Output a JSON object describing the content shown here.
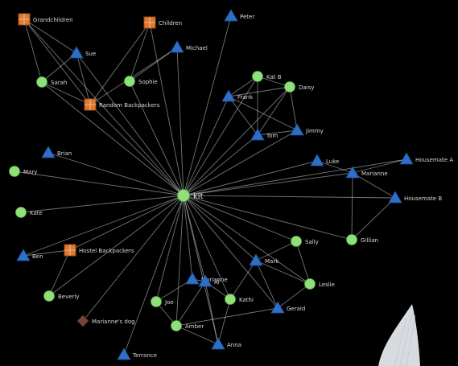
{
  "center": "kit",
  "nodes": [
    {
      "id": "kit",
      "label": "kit",
      "shape": "circle"
    },
    {
      "id": "grandchildren",
      "label": "Grandchildren",
      "shape": "square"
    },
    {
      "id": "children",
      "label": "Children",
      "shape": "square"
    },
    {
      "id": "peter",
      "label": "Peter",
      "shape": "triangle"
    },
    {
      "id": "sue",
      "label": "Sue",
      "shape": "triangle"
    },
    {
      "id": "michael",
      "label": "Michael",
      "shape": "triangle"
    },
    {
      "id": "sarah",
      "label": "Sarah",
      "shape": "circle"
    },
    {
      "id": "sophie",
      "label": "Sophie",
      "shape": "circle"
    },
    {
      "id": "random_backpackers",
      "label": "Random Backpackers",
      "shape": "square"
    },
    {
      "id": "kat_b",
      "label": "Kat B",
      "shape": "circle"
    },
    {
      "id": "daisy",
      "label": "Daisy",
      "shape": "circle"
    },
    {
      "id": "frank",
      "label": "Frank",
      "shape": "triangle"
    },
    {
      "id": "tom",
      "label": "Tom",
      "shape": "triangle"
    },
    {
      "id": "jimmy",
      "label": "Jimmy",
      "shape": "triangle"
    },
    {
      "id": "brian",
      "label": "Brian",
      "shape": "triangle"
    },
    {
      "id": "mary",
      "label": "Mary",
      "shape": "circle"
    },
    {
      "id": "kate",
      "label": "Kate",
      "shape": "circle"
    },
    {
      "id": "ben",
      "label": "Ben",
      "shape": "triangle"
    },
    {
      "id": "hostel_backpackers",
      "label": "Hostel Backpackers",
      "shape": "square"
    },
    {
      "id": "beverly",
      "label": "Beverly",
      "shape": "circle"
    },
    {
      "id": "marianne",
      "label": "Marianne",
      "shape": "triangle"
    },
    {
      "id": "marianne_s_dog",
      "label": "Marianne's dog",
      "shape": "diamond"
    },
    {
      "id": "terrance",
      "label": "Terrance",
      "shape": "triangle"
    },
    {
      "id": "joe",
      "label": "Joe",
      "shape": "circle"
    },
    {
      "id": "marianne2",
      "label": "Marianne",
      "shape": "triangle"
    },
    {
      "id": "housemate_a",
      "label": "Housemate A",
      "shape": "triangle"
    },
    {
      "id": "housemate_b",
      "label": "Housemate B",
      "shape": "triangle"
    },
    {
      "id": "gillian",
      "label": "Gillian",
      "shape": "circle"
    },
    {
      "id": "sally",
      "label": "Sally",
      "shape": "circle"
    },
    {
      "id": "luke",
      "label": "Luke",
      "shape": "triangle"
    },
    {
      "id": "mark",
      "label": "Mark",
      "shape": "triangle"
    },
    {
      "id": "leslie",
      "label": "Leslie",
      "shape": "circle"
    },
    {
      "id": "kathi",
      "label": "Kathi",
      "shape": "circle"
    },
    {
      "id": "gerald",
      "label": "Gerald",
      "shape": "triangle"
    },
    {
      "id": "amber",
      "label": "Amber",
      "shape": "circle"
    },
    {
      "id": "anna",
      "label": "Anna",
      "shape": "triangle"
    },
    {
      "id": "al",
      "label": "Al",
      "shape": "triangle"
    }
  ],
  "colors": {
    "circle": "#8fe07a",
    "triangle": "#2f6fc8",
    "square": "#e07a30",
    "diamond": "#7a4238",
    "edge": "#cfd5d6",
    "background": "#000000"
  }
}
